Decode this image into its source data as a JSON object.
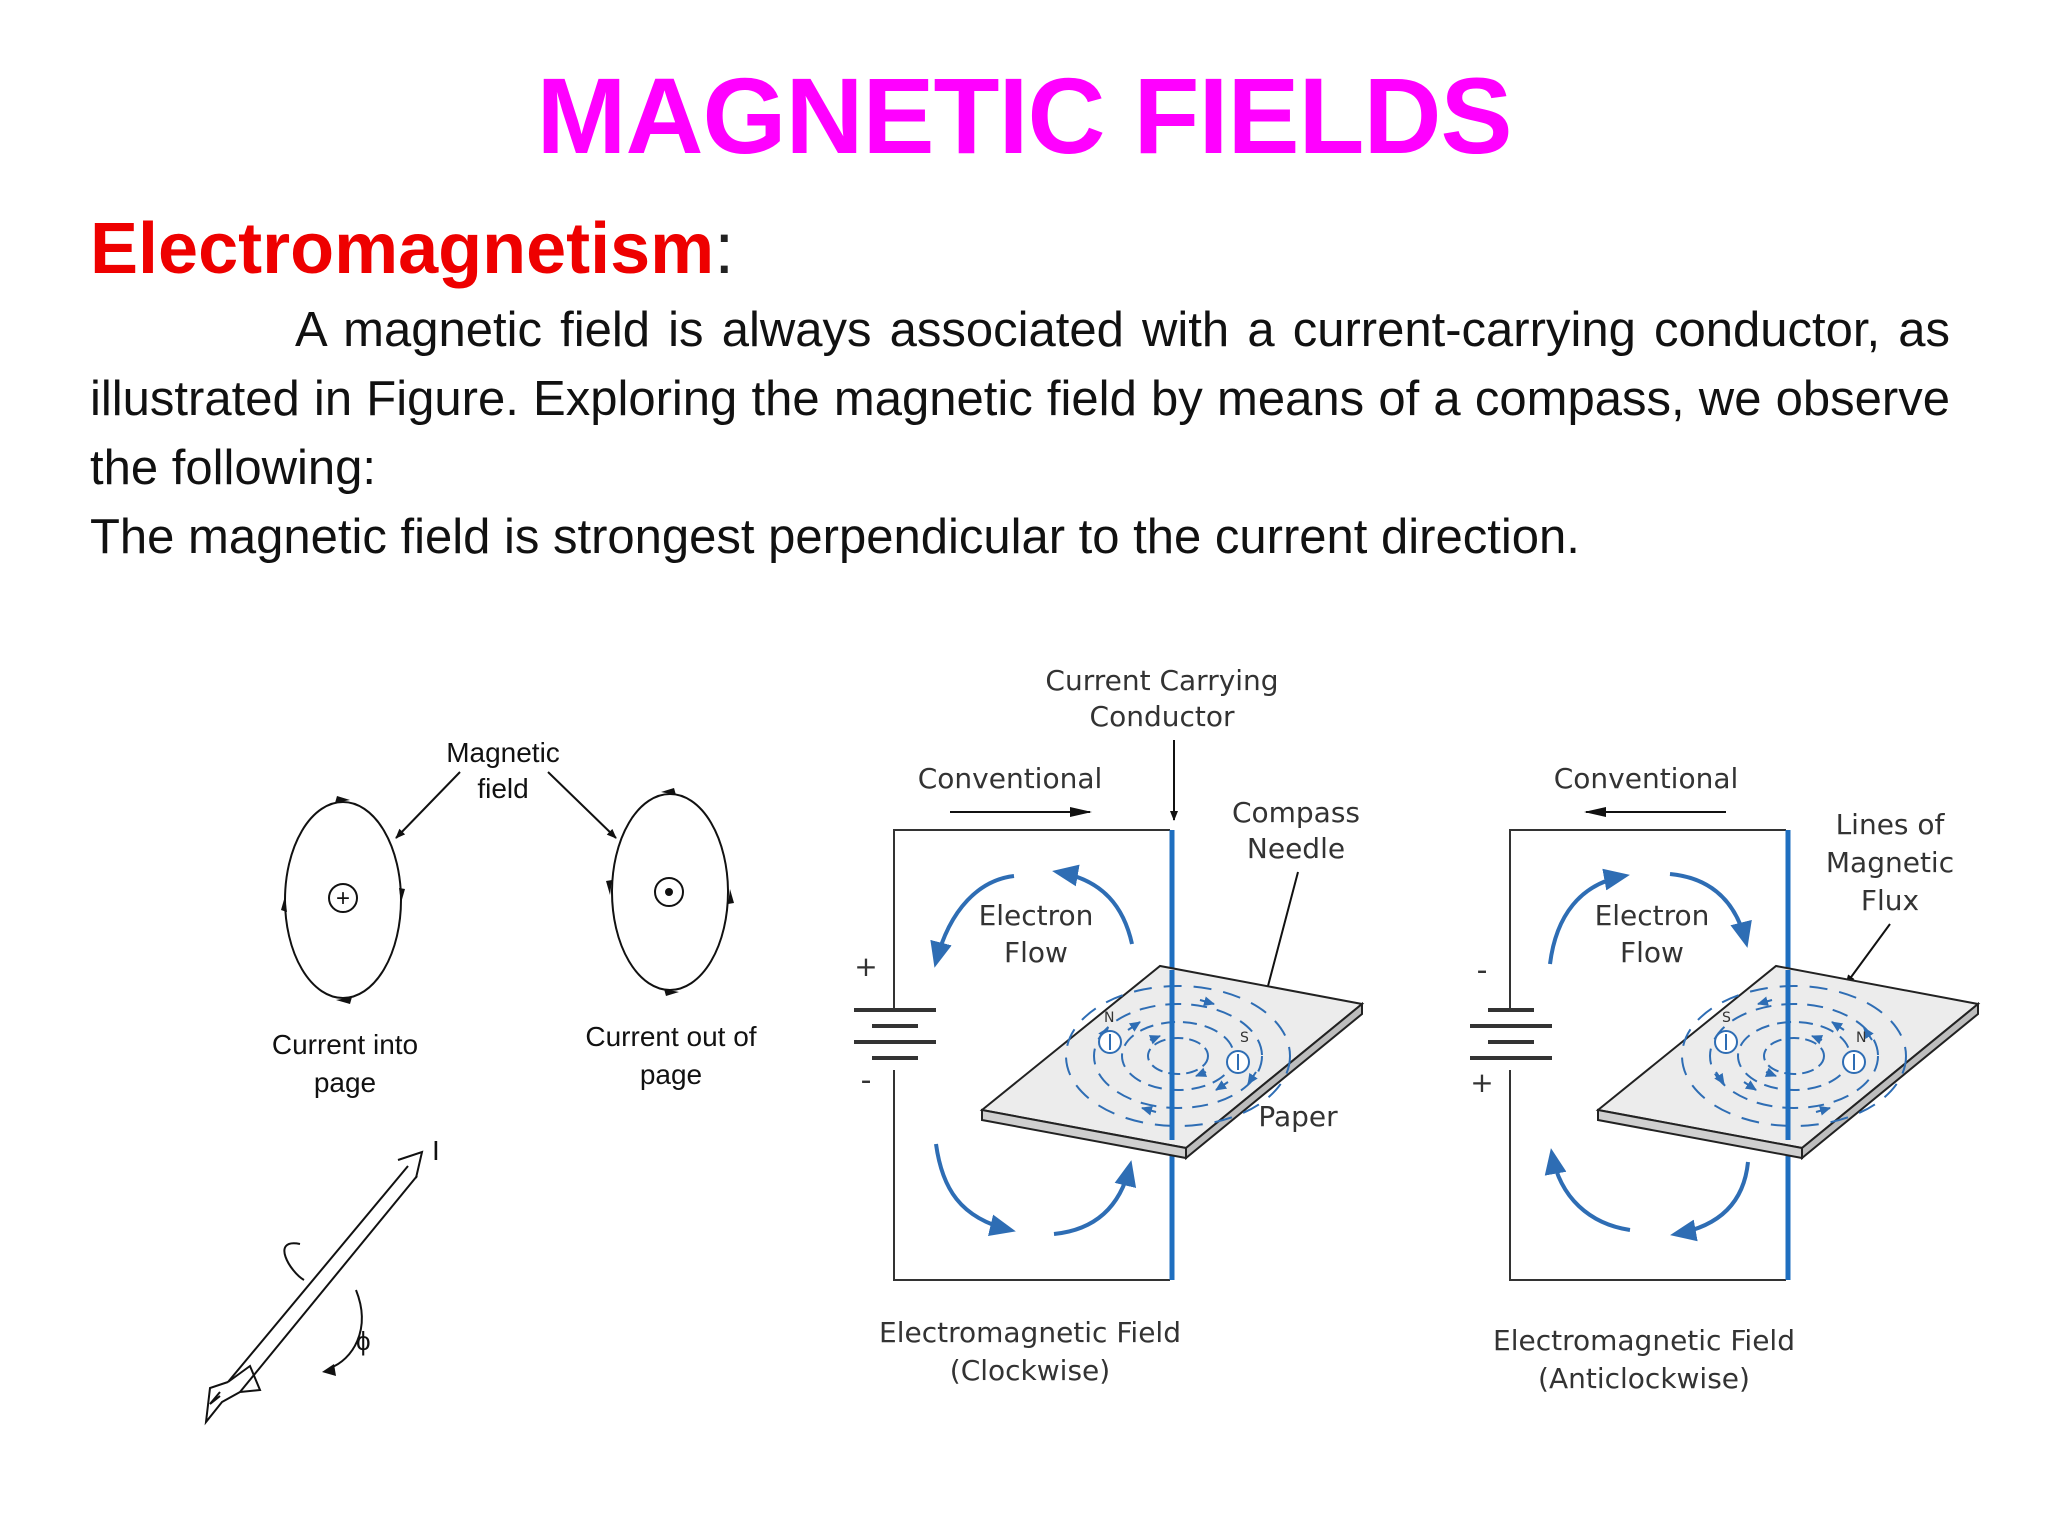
{
  "title": "MAGNETIC FIELDS",
  "heading": "Electromagnetism",
  "heading_colon": ":",
  "paragraph1": "A magnetic field is always associated with a current-carrying conductor, as illustrated in Figure.  Exploring the magnetic field by means of a compass, we observe the following:",
  "paragraph2": "The magnetic field is strongest perpendicular to the current direction.",
  "colors": {
    "title": "#ff00ff",
    "heading": "#ee0000",
    "field_blue": "#2e6db4",
    "conductor_blue": "#1f6fc0"
  },
  "figure_left": {
    "magnetic_field_label_1": "Magnetic",
    "magnetic_field_label_2": "field",
    "current_into_1": "Current into",
    "current_into_2": "page",
    "current_out_1": "Current out of",
    "current_out_2": "page",
    "current_symbol": "I",
    "flux_symbol": "ϕ",
    "into_symbol": "+",
    "icons": [
      "cross-circle-icon",
      "dot-circle-icon",
      "arrow-icon"
    ]
  },
  "figure_middle": {
    "conductor_1": "Current Carrying",
    "conductor_2": "Conductor",
    "conventional": "Conventional",
    "compass_1": "Compass",
    "compass_2": "Needle",
    "electron_1": "Electron",
    "electron_2": "Flow",
    "plus": "+",
    "minus": "-",
    "paper": "Paper",
    "pole_n": "N",
    "pole_s": "S",
    "caption_1": "Electromagnetic Field",
    "caption_2": "(Clockwise)"
  },
  "figure_right": {
    "conventional": "Conventional",
    "lines_1": "Lines of",
    "lines_2": "Magnetic",
    "lines_3": "Flux",
    "electron_1": "Electron",
    "electron_2": "Flow",
    "minus": "-",
    "plus": "+",
    "pole_n": "N",
    "pole_s": "S",
    "caption_1": "Electromagnetic Field",
    "caption_2": "(Anticlockwise)"
  }
}
